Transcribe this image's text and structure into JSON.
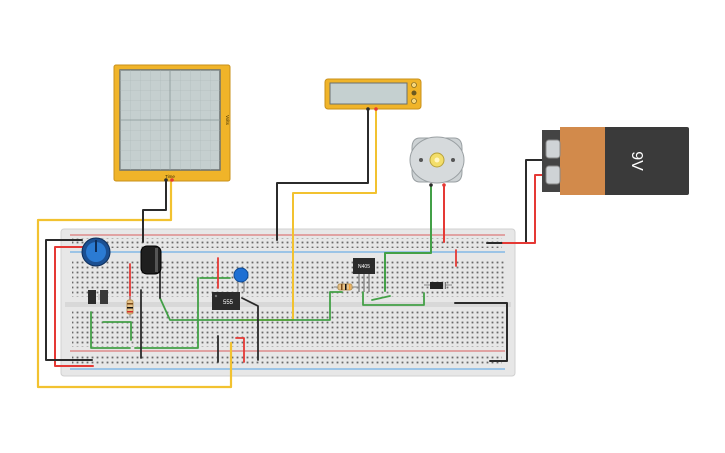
{
  "canvas": {
    "background": "#ffffff"
  },
  "components": {
    "oscilloscope": {
      "x_label": "Time",
      "y_label": "Volts",
      "frame_color": "#f0b429",
      "screen_color": "#c5cfcf",
      "icon": "oscilloscope-icon"
    },
    "multimeter": {
      "frame_color": "#f0b429",
      "display_color": "#c5d0d0",
      "icon": "multimeter-icon"
    },
    "dc_motor": {
      "body_color": "#cdd2d4",
      "hub_color": "#f3de6a",
      "icon": "motor-icon"
    },
    "battery": {
      "label": "9V",
      "body_color": "#3a3a3a",
      "wrap_color": "#d28a4b",
      "icon": "battery-icon"
    },
    "timer_ic": {
      "label": "555"
    },
    "mosfet": {
      "label": "N405"
    },
    "breadboard": {
      "body_color": "#e6e6e6",
      "hole_color": "#5a5a5a",
      "rail_red": "#d32f2f",
      "rail_blue": "#1e88e5"
    }
  },
  "wire_colors": {
    "red": "#e53935",
    "black": "#2b2b2b",
    "yellow": "#f2c230",
    "green": "#43a047"
  }
}
